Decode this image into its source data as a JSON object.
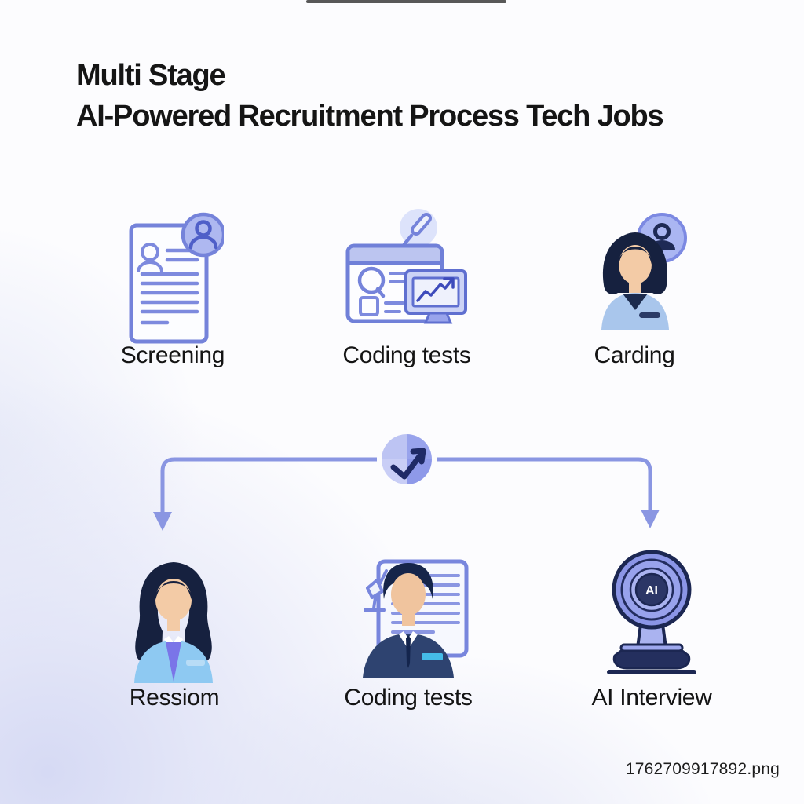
{
  "title": {
    "line1": "Multi Stage",
    "line2": "AI-Powered Recruitment Process Tech Jobs"
  },
  "stages_row1": [
    {
      "label": "Screening",
      "icon": "resume-screening-icon"
    },
    {
      "label": "Coding tests",
      "icon": "assessment-dashboard-icon"
    },
    {
      "label": "Carding",
      "icon": "recruiter-profile-chat-icon"
    }
  ],
  "connector": {
    "icon": "check-progress-icon"
  },
  "stages_row2": [
    {
      "label": "Ressiom",
      "icon": "female-candidate-icon"
    },
    {
      "label": "Coding tests",
      "icon": "male-candidate-resume-icon"
    },
    {
      "label": "AI Interview",
      "icon": "ai-webcam-icon"
    }
  ],
  "webcam_label": "AI",
  "footer": {
    "filename": "1762709917892.png"
  },
  "colors": {
    "outline_periwinkle": "#7583DA",
    "fill_periwinkle": "#AAB4EE",
    "dark_navy": "#1C2752",
    "arrow": "#8A96E2",
    "background_lavender": "#D7DBF5",
    "skin": "#F3CBA6",
    "shirt_blue": "#8EC9F2",
    "suit_navy": "#2E4370",
    "badge_cyan": "#45BCE8",
    "tie_purple": "#7A75E8"
  }
}
